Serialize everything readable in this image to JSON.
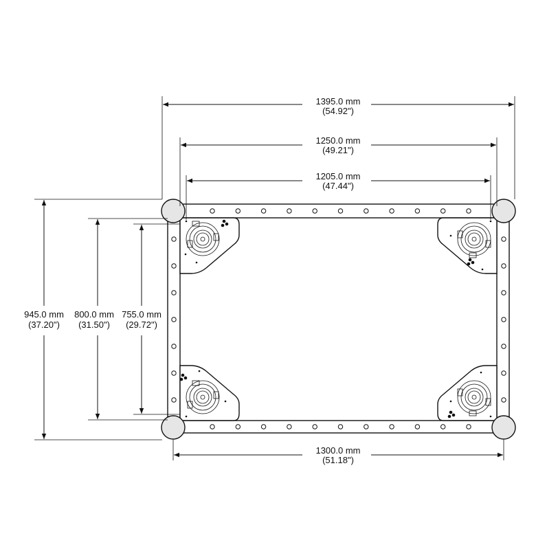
{
  "dimensions": {
    "overall_width": {
      "mm": "1395.0 mm",
      "inch": "(54.92\")"
    },
    "inner_width": {
      "mm": "1250.0 mm",
      "inch": "(49.21\")"
    },
    "caster_width": {
      "mm": "1205.0 mm",
      "inch": "(47.44\")"
    },
    "bottom_width": {
      "mm": "1300.0 mm",
      "inch": "(51.18\")"
    },
    "overall_depth": {
      "mm": "945.0 mm",
      "inch": "(37.20\")"
    },
    "inner_depth": {
      "mm": "800.0 mm",
      "inch": "(31.50\")"
    },
    "caster_depth": {
      "mm": "755.0 mm",
      "inch": "(29.72\")"
    }
  },
  "colors": {
    "ink": "#111111",
    "background": "#ffffff",
    "ball": "#e6e6e6"
  }
}
